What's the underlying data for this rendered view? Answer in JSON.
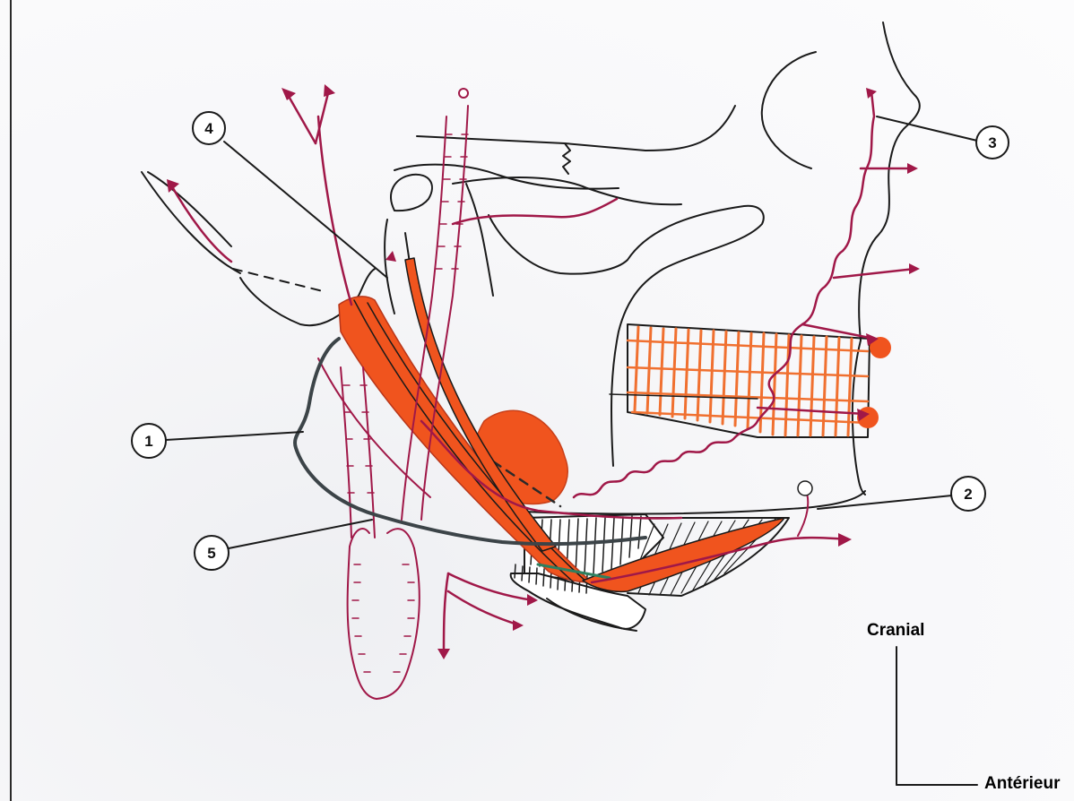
{
  "figure": {
    "callouts": [
      {
        "id": "callout-1",
        "number": "1"
      },
      {
        "id": "callout-2",
        "number": "2"
      },
      {
        "id": "callout-3",
        "number": "3"
      },
      {
        "id": "callout-4",
        "number": "4"
      },
      {
        "id": "callout-5",
        "number": "5"
      }
    ],
    "orientation": {
      "cranial_label": "Cranial",
      "anterior_label": "Antérieur"
    },
    "colors": {
      "artery_outline": "#a01848",
      "artery_line": "#b52050",
      "muscle_fill": "#f0541e",
      "muscle_hatch": "#f07030",
      "nerve": "#3c4448",
      "ink": "#1a1a1a",
      "paper": "#fbfbfc"
    }
  }
}
